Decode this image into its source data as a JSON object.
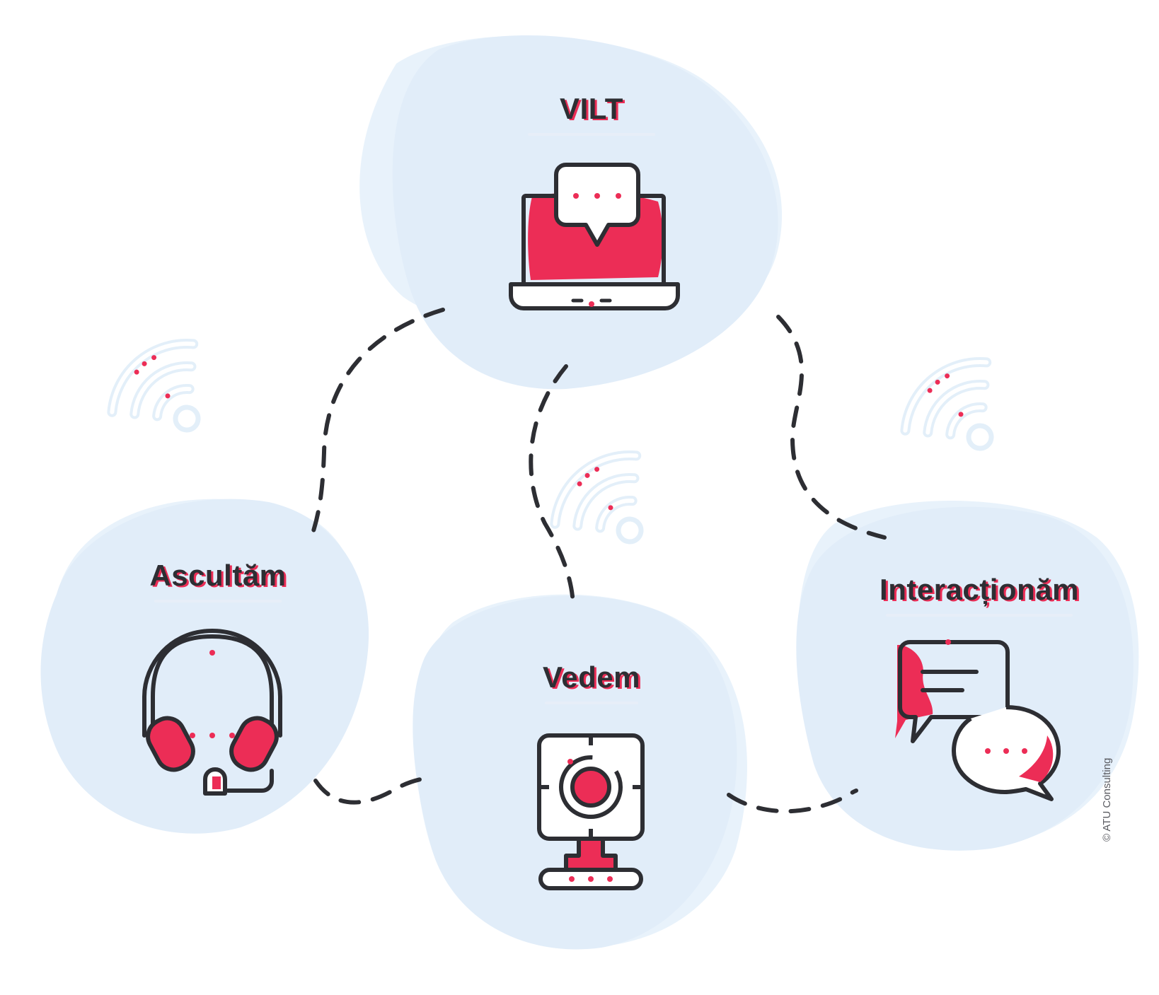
{
  "nodes": {
    "vilt": {
      "label": "VILT",
      "icon": "laptop-chat-icon"
    },
    "ascultam": {
      "label": "Ascultăm",
      "icon": "headphones-icon"
    },
    "vedem": {
      "label": "Vedem",
      "icon": "webcam-icon"
    },
    "interactionam": {
      "label": "Interacționăm",
      "icon": "chat-bubbles-icon"
    }
  },
  "decorations": {
    "wifi_icons": [
      "wifi-icon",
      "wifi-icon",
      "wifi-icon"
    ]
  },
  "copyright": "© ATU Consulting",
  "colors": {
    "accent": "#ec2d56",
    "outline": "#2d2e33",
    "blob": "#e2eef9",
    "blob_light": "#edf5fc",
    "wifi": "#e3eff9",
    "connector": "#2d2e33"
  }
}
